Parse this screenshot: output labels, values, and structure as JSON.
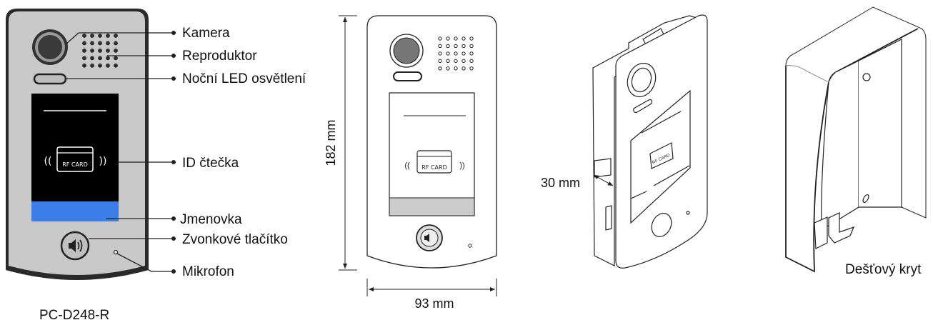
{
  "front_view": {
    "model": "PC-D248-R",
    "card_text": "RF CARD",
    "colors": {
      "panel": "#c8c8c8",
      "screen": "#000000",
      "nameplate": "#3c7ee8"
    },
    "callouts": [
      {
        "label": "Kamera"
      },
      {
        "label": "Reproduktor"
      },
      {
        "label": "Noční LED osvětlení"
      },
      {
        "label": "ID čtečka"
      },
      {
        "label": "Jmenovka"
      },
      {
        "label": "Zvonkové tlačítko"
      },
      {
        "label": "Mikrofon"
      }
    ]
  },
  "dimension_view": {
    "height": "182 mm",
    "width": "93 mm",
    "card_text": "RF CARD"
  },
  "side_view": {
    "depth": "30 mm",
    "card_text": "RF CARD"
  },
  "rain_cover": {
    "label": "Dešťový kryt"
  }
}
